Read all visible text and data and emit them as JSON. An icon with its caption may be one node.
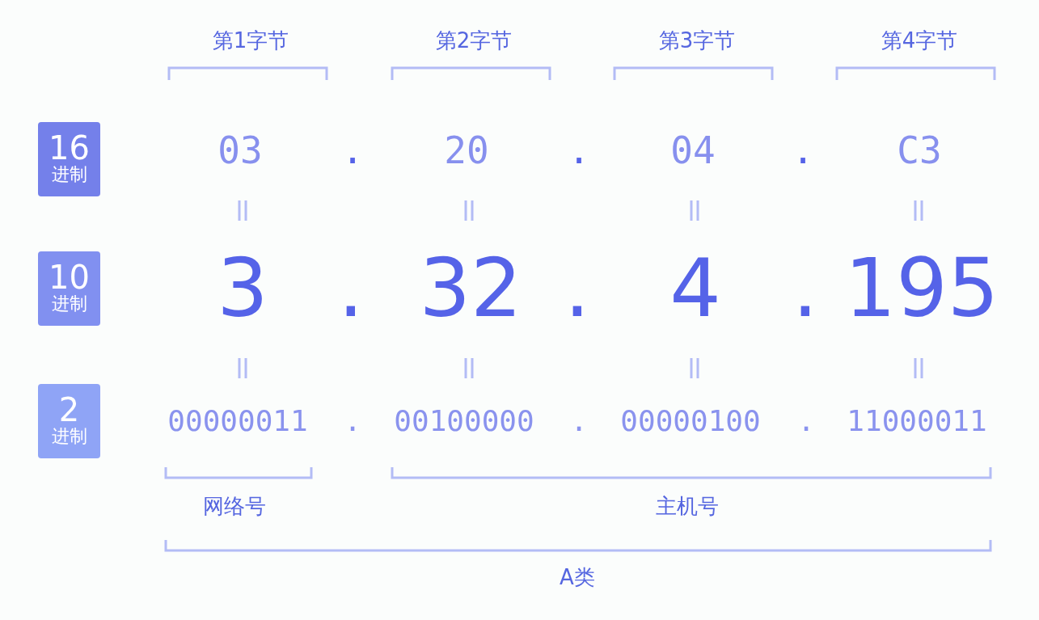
{
  "diagram": {
    "nodes": [
      {
        "text": [
          "16",
          "进制"
        ]
      },
      {
        "text": [
          "10",
          "进制"
        ]
      },
      {
        "text": [
          "2",
          "进制"
        ]
      }
    ],
    "labels": [
      "第1字节",
      "第2字节",
      "第3字节",
      "第4字节",
      "03",
      ".",
      "20",
      ".",
      "04",
      ".",
      "C3",
      "3",
      ".",
      "32",
      ".",
      "4",
      ".",
      "195",
      "00000011",
      ".",
      "00100000",
      ".",
      "00000100",
      ".",
      "11000011",
      "网络号",
      "主机号",
      "A类"
    ]
  }
}
